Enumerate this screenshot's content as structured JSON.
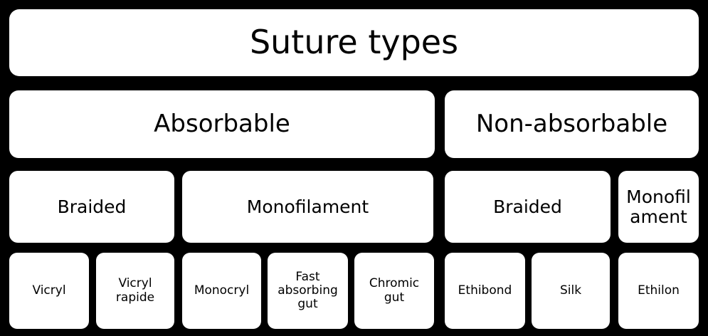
{
  "diagram": {
    "title": "Suture types",
    "background_color": "#000000",
    "node_fill_color": "#ffffff",
    "node_text_color": "#000000",
    "root": {
      "label": "Suture types"
    },
    "level2": [
      {
        "label": "Absorbable"
      },
      {
        "label": "Non-absorbable"
      }
    ],
    "level3": [
      {
        "label": "Braided"
      },
      {
        "label": "Monofilament"
      },
      {
        "label": "Braided"
      },
      {
        "label": "Monofil\nament"
      }
    ],
    "level4": [
      {
        "label": "Vicryl"
      },
      {
        "label": "Vicryl\nrapide"
      },
      {
        "label": "Monocryl"
      },
      {
        "label": "Fast\nabsorbing\ngut"
      },
      {
        "label": "Chromic\ngut"
      },
      {
        "label": "Ethibond"
      },
      {
        "label": "Silk"
      },
      {
        "label": "Ethilon"
      }
    ]
  }
}
